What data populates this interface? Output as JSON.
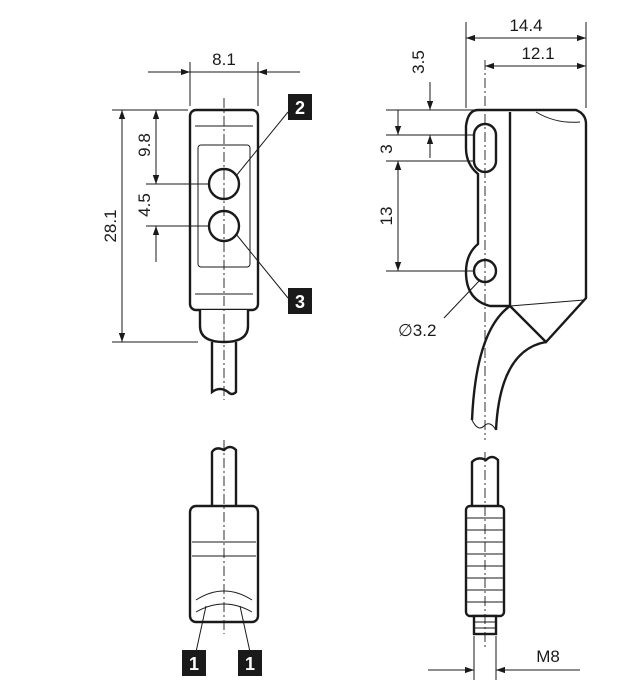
{
  "front_view": {
    "width_label": "8.1",
    "height_label": "28.1",
    "top_offset_label": "9.8",
    "lens_pitch_label": "4.5"
  },
  "side_view": {
    "overall_width_label": "14.4",
    "hole_offset_width_label": "12.1",
    "top_offset_label": "3.5",
    "slot_length_label": "3",
    "hole_pitch_label": "13",
    "hole_diameter_label": "∅3.2"
  },
  "connector_view": {
    "thread_label": "M8"
  },
  "markers": {
    "transmitter": "2",
    "receiver": "3",
    "led_left": "1",
    "led_right": "1"
  }
}
